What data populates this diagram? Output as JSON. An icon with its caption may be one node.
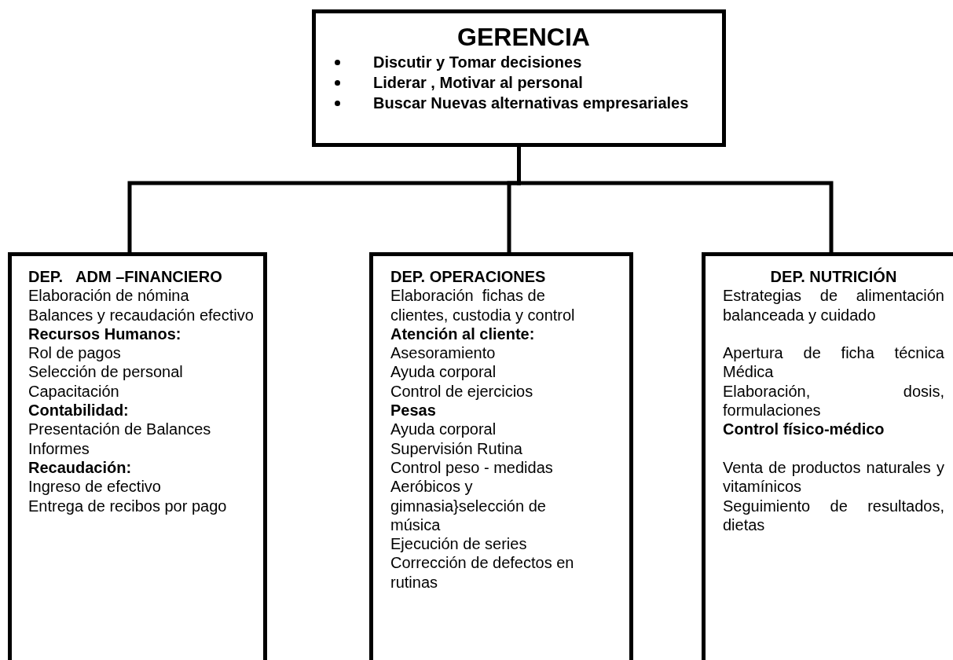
{
  "diagram": {
    "nodes": [
      {
        "text": [
          "GERENCIA",
          "Discutir y Tomar decisiones",
          "Liderar , Motivar al personal",
          "Buscar Nuevas alternativas empresariales"
        ]
      },
      {
        "text": [
          "DEP.   ADM –FINANCIERO",
          "Elaboración de nómina",
          "Balances y recaudación efectivo",
          "**Recursos Humanos:**",
          "Rol de pagos",
          "Selección de personal",
          "Capacitación",
          "**Contabilidad:**",
          "Presentación de Balances",
          "Informes",
          "**Recaudación:**",
          "Ingreso de efectivo",
          "Entrega de recibos por pago"
        ]
      },
      {
        "text": [
          "DEP. OPERACIONES",
          "Elaboración  fichas de clientes, custodia y control",
          "**Atención al cliente:**",
          "Asesoramiento",
          "Ayuda corporal",
          "Control de ejercicios",
          "**Pesas**",
          "Ayuda corporal",
          "Supervisión Rutina",
          "Control peso - medidas",
          "Aeróbicos y gimnasia}selección de música",
          "Ejecución de series",
          "Corrección de defectos en rutinas"
        ]
      },
      {
        "text": [
          "DEP. NUTRICIÓN",
          "Estrategias de alimentación balanceada y cuidado",
          "Apertura de ficha técnica Médica",
          "Elaboración, dosis, formulaciones",
          "**Control físico-médico**",
          "Venta de productos naturales y vitamínicos",
          "Seguimiento de resultados, dietas"
        ]
      }
    ],
    "edges": [
      {
        "from": 0,
        "to": 1,
        "arrow": "none"
      },
      {
        "from": 0,
        "to": 2,
        "arrow": "none"
      },
      {
        "from": 0,
        "to": 3,
        "arrow": "none"
      }
    ]
  }
}
